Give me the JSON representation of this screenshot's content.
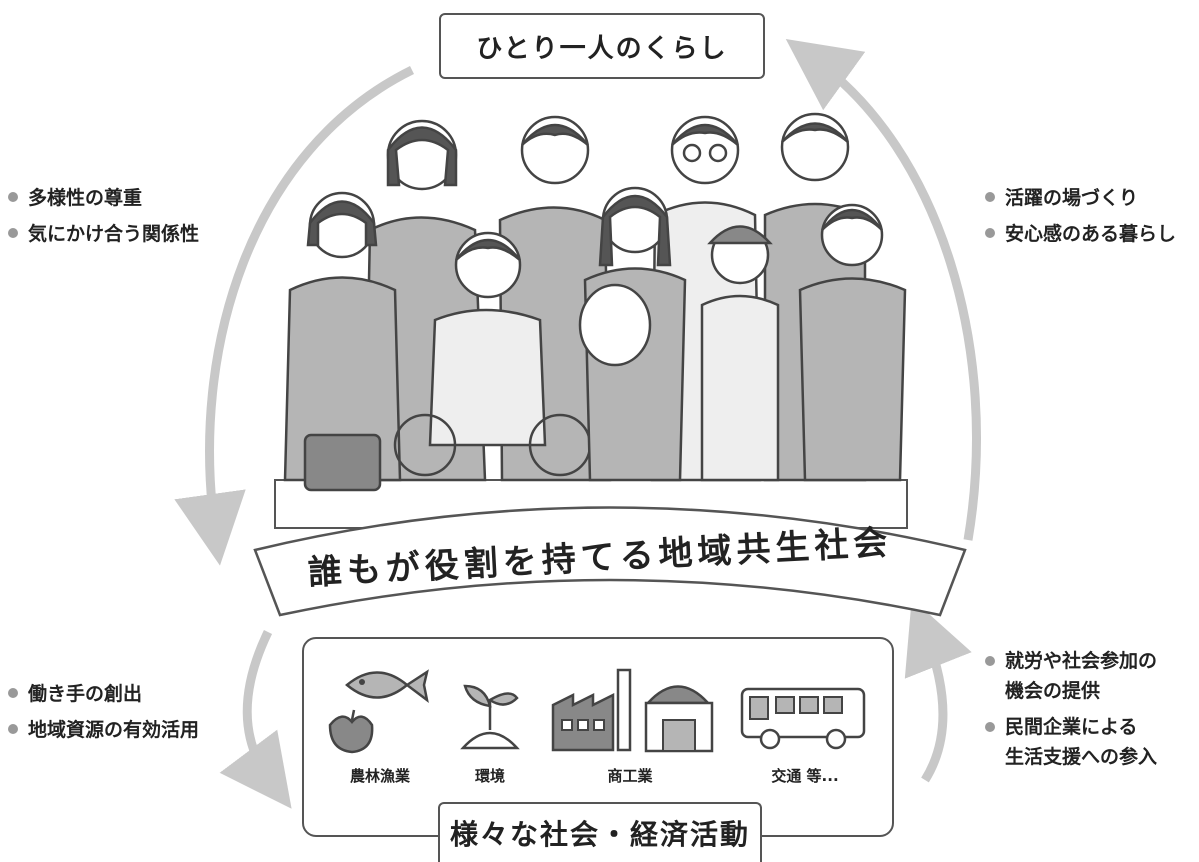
{
  "top_box": {
    "label": "ひとり一人のくらし"
  },
  "banner": {
    "label": "誰もが役割を持てる地域共生社会"
  },
  "bottom_box": {
    "label": "様々な社会・経済活動"
  },
  "left_top_bullets": [
    "多様性の尊重",
    "気にかけ合う関係性"
  ],
  "right_top_bullets": [
    "活躍の場づくり",
    "安心感のある暮らし"
  ],
  "left_bottom_bullets": [
    "働き手の創出",
    "地域資源の有効活用"
  ],
  "right_bottom_bullets": [
    "就労や社会参加の\n機会の提供",
    "民間企業による\n生活支援への参入"
  ],
  "industries": [
    {
      "label": "農林漁業",
      "icon": "fish-and-apple-icon"
    },
    {
      "label": "環境",
      "icon": "sprout-icon"
    },
    {
      "label": "商工業",
      "icon": "factory-and-shop-icon"
    },
    {
      "label": "交通 等...",
      "icon": "bus-icon"
    }
  ],
  "colors": {
    "arrow": "#c8c8c8",
    "line": "#555555",
    "figure_fill": "#b5b5b5",
    "figure_light": "#e6e6e6"
  }
}
